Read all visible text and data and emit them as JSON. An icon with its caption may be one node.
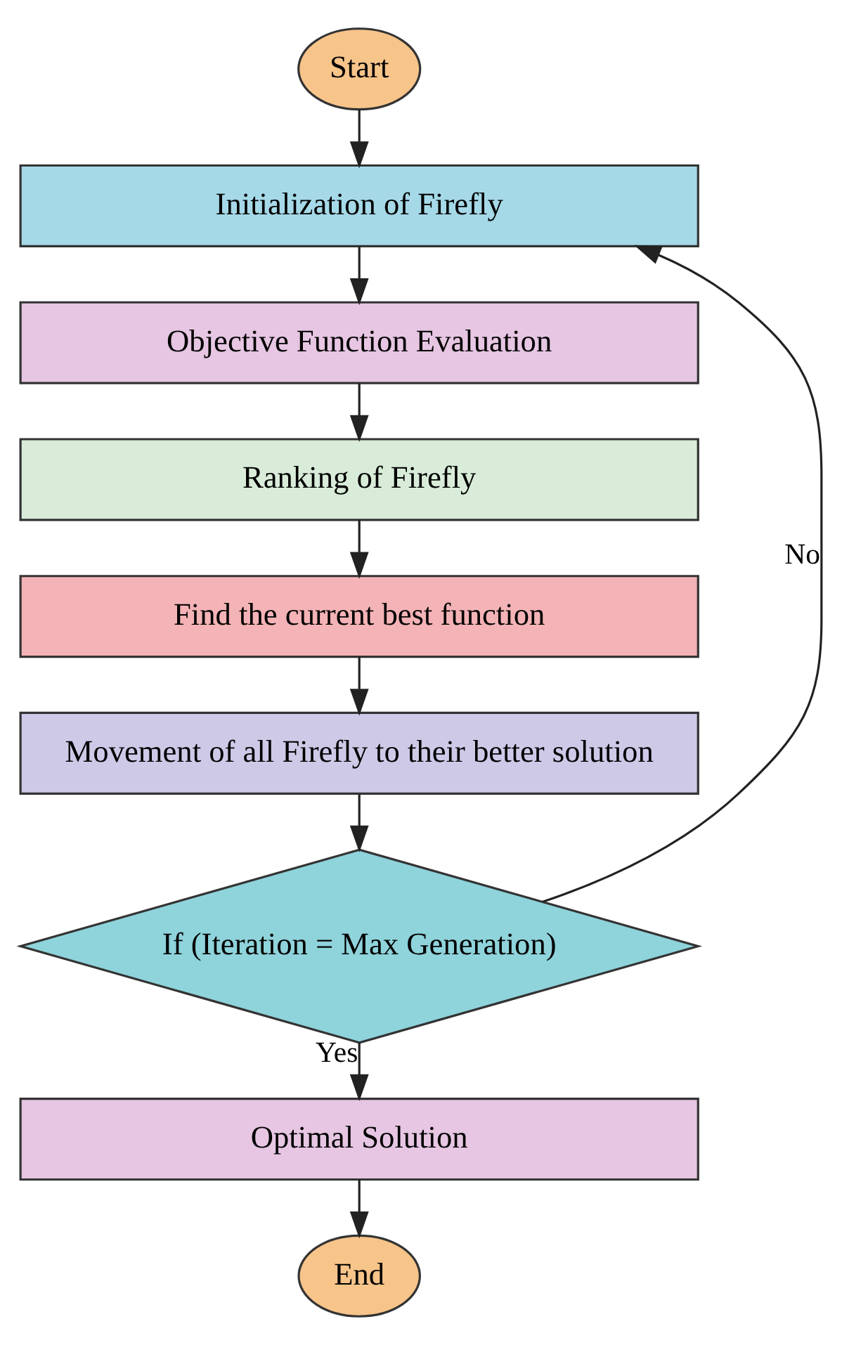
{
  "diagram": {
    "nodes": [
      {
        "text": [
          "Start"
        ]
      },
      {
        "text": [
          "Initialization of Firefly"
        ]
      },
      {
        "text": [
          "Objective Function Evaluation"
        ]
      },
      {
        "text": [
          "Ranking of Firefly"
        ]
      },
      {
        "text": [
          "Find the current best function"
        ]
      },
      {
        "text": [
          "Movement of all Firefly to their better solution"
        ]
      },
      {
        "text": [
          "If (Iteration = Max Generation)"
        ]
      },
      {
        "text": [
          "Optimal Solution"
        ]
      },
      {
        "text": [
          "End"
        ]
      }
    ],
    "edges": [
      {
        "from": 0,
        "to": 1,
        "arrow": "to"
      },
      {
        "from": 1,
        "to": 2,
        "arrow": "to"
      },
      {
        "from": 2,
        "to": 3,
        "arrow": "to"
      },
      {
        "from": 3,
        "to": 4,
        "arrow": "to"
      },
      {
        "from": 4,
        "to": 5,
        "arrow": "to"
      },
      {
        "from": 5,
        "to": 6,
        "arrow": "to"
      },
      {
        "from": 6,
        "to": 1,
        "arrow": "to",
        "label": "No"
      },
      {
        "from": 6,
        "to": 7,
        "arrow": "to",
        "label": "Yes"
      },
      {
        "from": 7,
        "to": 8,
        "arrow": "to"
      }
    ]
  }
}
